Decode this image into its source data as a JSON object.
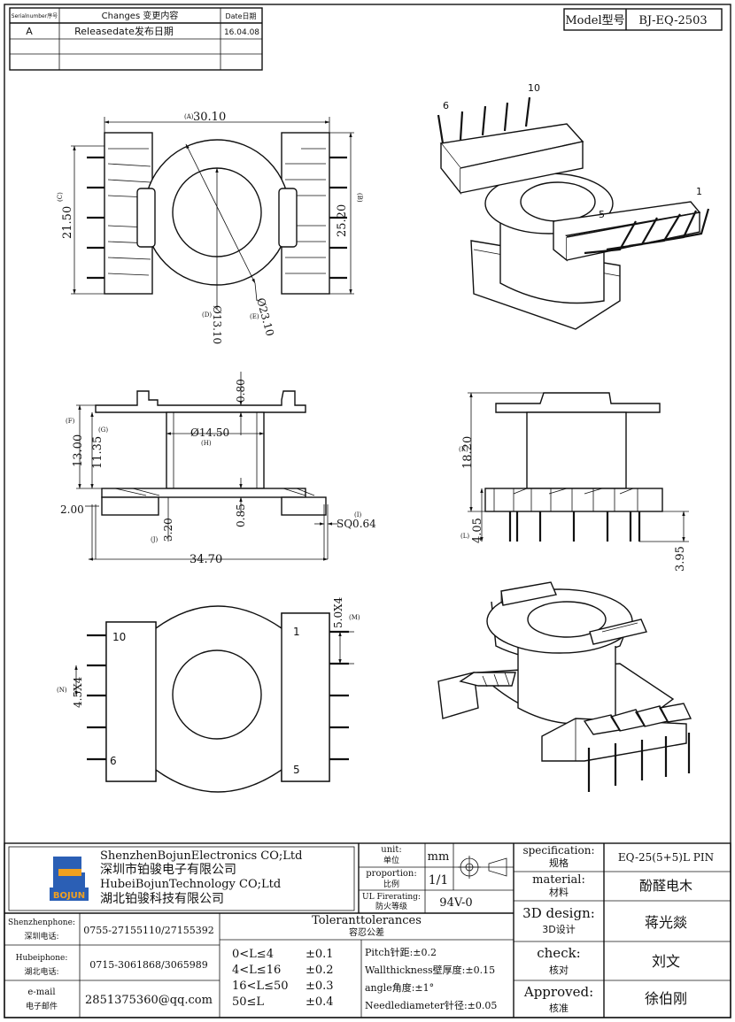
{
  "revision_table": {
    "headers": [
      "Serialnumber序号",
      "Changes 变更内容",
      "Date日期"
    ],
    "rows": [
      [
        "A",
        "Releasedate发布日期",
        "16.04.08"
      ],
      [
        "",
        "",
        ""
      ],
      [
        "",
        "",
        ""
      ]
    ]
  },
  "model": {
    "label": "Model型号",
    "value": "BJ-EQ-2503"
  },
  "top_view": {
    "dim_a": "(A)",
    "dim_a_val": "30.10",
    "dim_b": "(B)",
    "dim_b_val": "25.20",
    "dim_c": "(C)",
    "dim_c_val": "21.50",
    "dim_d": "(D)",
    "dim_d_val": "Ø13.10",
    "dim_e": "(E)",
    "dim_e_val": "Ø23.10"
  },
  "front_view": {
    "top_gap": "0.80",
    "dim_f": "(F)",
    "dim_f_val": "13.00",
    "dim_g": "(G)",
    "dim_g_val": "11.35",
    "dim_h": "(H)",
    "dim_h_val": "Ø14.50",
    "left_dim": "2.00",
    "dim_j": "(J)",
    "dim_j_val": "3.20",
    "bottom_gap": "0.85",
    "dim_i": "(I)",
    "dim_i_val": "SQ0.64",
    "width_val": "34.70"
  },
  "side_view": {
    "dim_k": "(K)",
    "dim_k_val": "18.20",
    "dim_l": "(L)",
    "dim_l_val": "4.05",
    "pin_len": "3.95"
  },
  "bottom_view": {
    "dim_m": "(M)",
    "dim_m_val": "5.0X4",
    "dim_n": "(N)",
    "dim_n_val": "4.5X4",
    "pin_labels": [
      "10",
      "6",
      "1",
      "5"
    ]
  },
  "iso_view": {
    "pin_labels": [
      "6",
      "10",
      "1",
      "5"
    ]
  },
  "title_block": {
    "company_en_1": "ShenzhenBojunElectronics CO;Ltd",
    "company_cn_1": "深圳市铂骏电子有限公司",
    "company_en_2": "HubeiBojunTechnology CO;Ltd",
    "company_cn_2": "湖北铂骏科技有限公司",
    "logo_text": "BOJUN",
    "unit_label_en": "unit:",
    "unit_label_cn": "单位",
    "unit_value": "mm",
    "proportion_label_en": "proportion:",
    "proportion_label_cn": "比例",
    "proportion_value": "1/1",
    "ul_label_en": "UL Firerating:",
    "ul_label_cn": "防火等级",
    "ul_value": "94V-0",
    "spec_label_en": "specification:",
    "spec_label_cn": "规格",
    "spec_value": "EQ-25(5+5)L PIN",
    "material_label_en": "material:",
    "material_label_cn": "材料",
    "material_value": "酚醛电木",
    "design_label_en": "3D design:",
    "design_label_cn": "3D设计",
    "design_value": "蒋光燚",
    "check_label_en": "check:",
    "check_label_cn": "核对",
    "check_value": "刘文",
    "approved_label_en": "Approved:",
    "approved_label_cn": "核准",
    "approved_value": "徐伯刚",
    "contacts": [
      {
        "label_en": "Shenzhenphone:",
        "label_cn": "深圳电话:",
        "value": "0755-27155110/27155392"
      },
      {
        "label_en": "Hubeiphone:",
        "label_cn": "湖北电话:",
        "value": "0715-3061868/3065989"
      },
      {
        "label_en": "e-mail",
        "label_cn": "电子邮件",
        "value": "2851375360@qq.com"
      }
    ],
    "tol_title_en": "Toleranttolerances",
    "tol_title_cn": "容忍公差",
    "tolerances": [
      {
        "range": "0<L≤4",
        "value": "±0.1"
      },
      {
        "range": "4<L≤16",
        "value": "±0.2"
      },
      {
        "range": "16<L≤50",
        "value": "±0.3"
      },
      {
        "range": "50≤L",
        "value": "±0.4"
      }
    ],
    "specs": [
      "Pitch针距:±0.2",
      "Wallthickness壁厚度:±0.15",
      "angle角度:±1°",
      "Needlediameter针径:±0.05"
    ]
  },
  "colors": {
    "logo_blue": "#2b5fb5",
    "logo_orange": "#f0a020",
    "line": "#111111"
  }
}
